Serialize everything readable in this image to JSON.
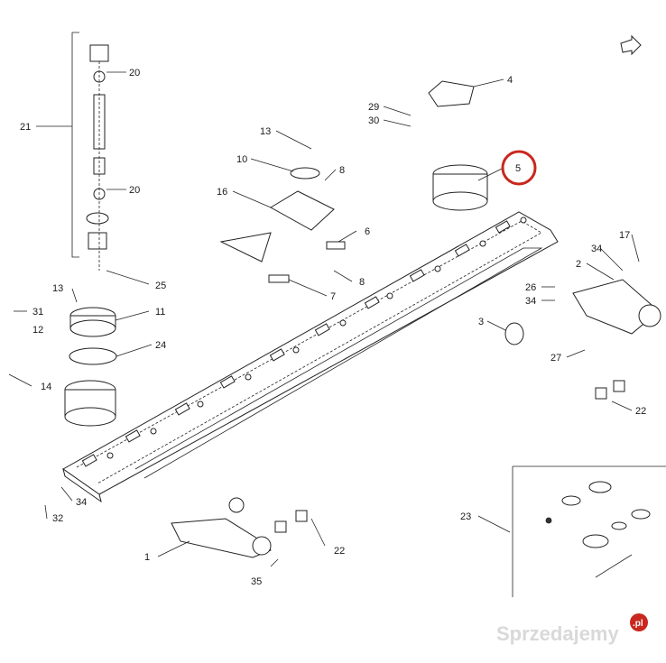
{
  "diagram": {
    "callouts": [
      {
        "id": "c20a",
        "text": "20"
      },
      {
        "id": "c21",
        "text": "21"
      },
      {
        "id": "c20b",
        "text": "20"
      },
      {
        "id": "c25",
        "text": "25"
      },
      {
        "id": "c13a",
        "text": "13"
      },
      {
        "id": "c31",
        "text": "31"
      },
      {
        "id": "c12",
        "text": "12"
      },
      {
        "id": "c11",
        "text": "11"
      },
      {
        "id": "c24",
        "text": "24"
      },
      {
        "id": "c14",
        "text": "14"
      },
      {
        "id": "c13b",
        "text": "13"
      },
      {
        "id": "c10",
        "text": "10"
      },
      {
        "id": "c8a",
        "text": "8"
      },
      {
        "id": "c16",
        "text": "16"
      },
      {
        "id": "c6",
        "text": "6"
      },
      {
        "id": "c8b",
        "text": "8"
      },
      {
        "id": "c7",
        "text": "7"
      },
      {
        "id": "c4",
        "text": "4"
      },
      {
        "id": "c29",
        "text": "29"
      },
      {
        "id": "c30",
        "text": "30"
      },
      {
        "id": "c5",
        "text": "5"
      },
      {
        "id": "c17",
        "text": "17"
      },
      {
        "id": "c34a",
        "text": "34"
      },
      {
        "id": "c2",
        "text": "2"
      },
      {
        "id": "c26",
        "text": "26"
      },
      {
        "id": "c34b",
        "text": "34"
      },
      {
        "id": "c3",
        "text": "3"
      },
      {
        "id": "c27",
        "text": "27"
      },
      {
        "id": "c22a",
        "text": "22"
      },
      {
        "id": "c34c",
        "text": "34"
      },
      {
        "id": "c32",
        "text": "32"
      },
      {
        "id": "c23",
        "text": "23"
      },
      {
        "id": "c1",
        "text": "1"
      },
      {
        "id": "c22b",
        "text": "22"
      },
      {
        "id": "c35",
        "text": "35"
      }
    ],
    "highlight": {
      "label": "5",
      "color": "#c8281e"
    },
    "watermark": "Sprzedajemy",
    "watermark_suffix": ".pl",
    "watermark_badge_color": "#c8281e"
  }
}
